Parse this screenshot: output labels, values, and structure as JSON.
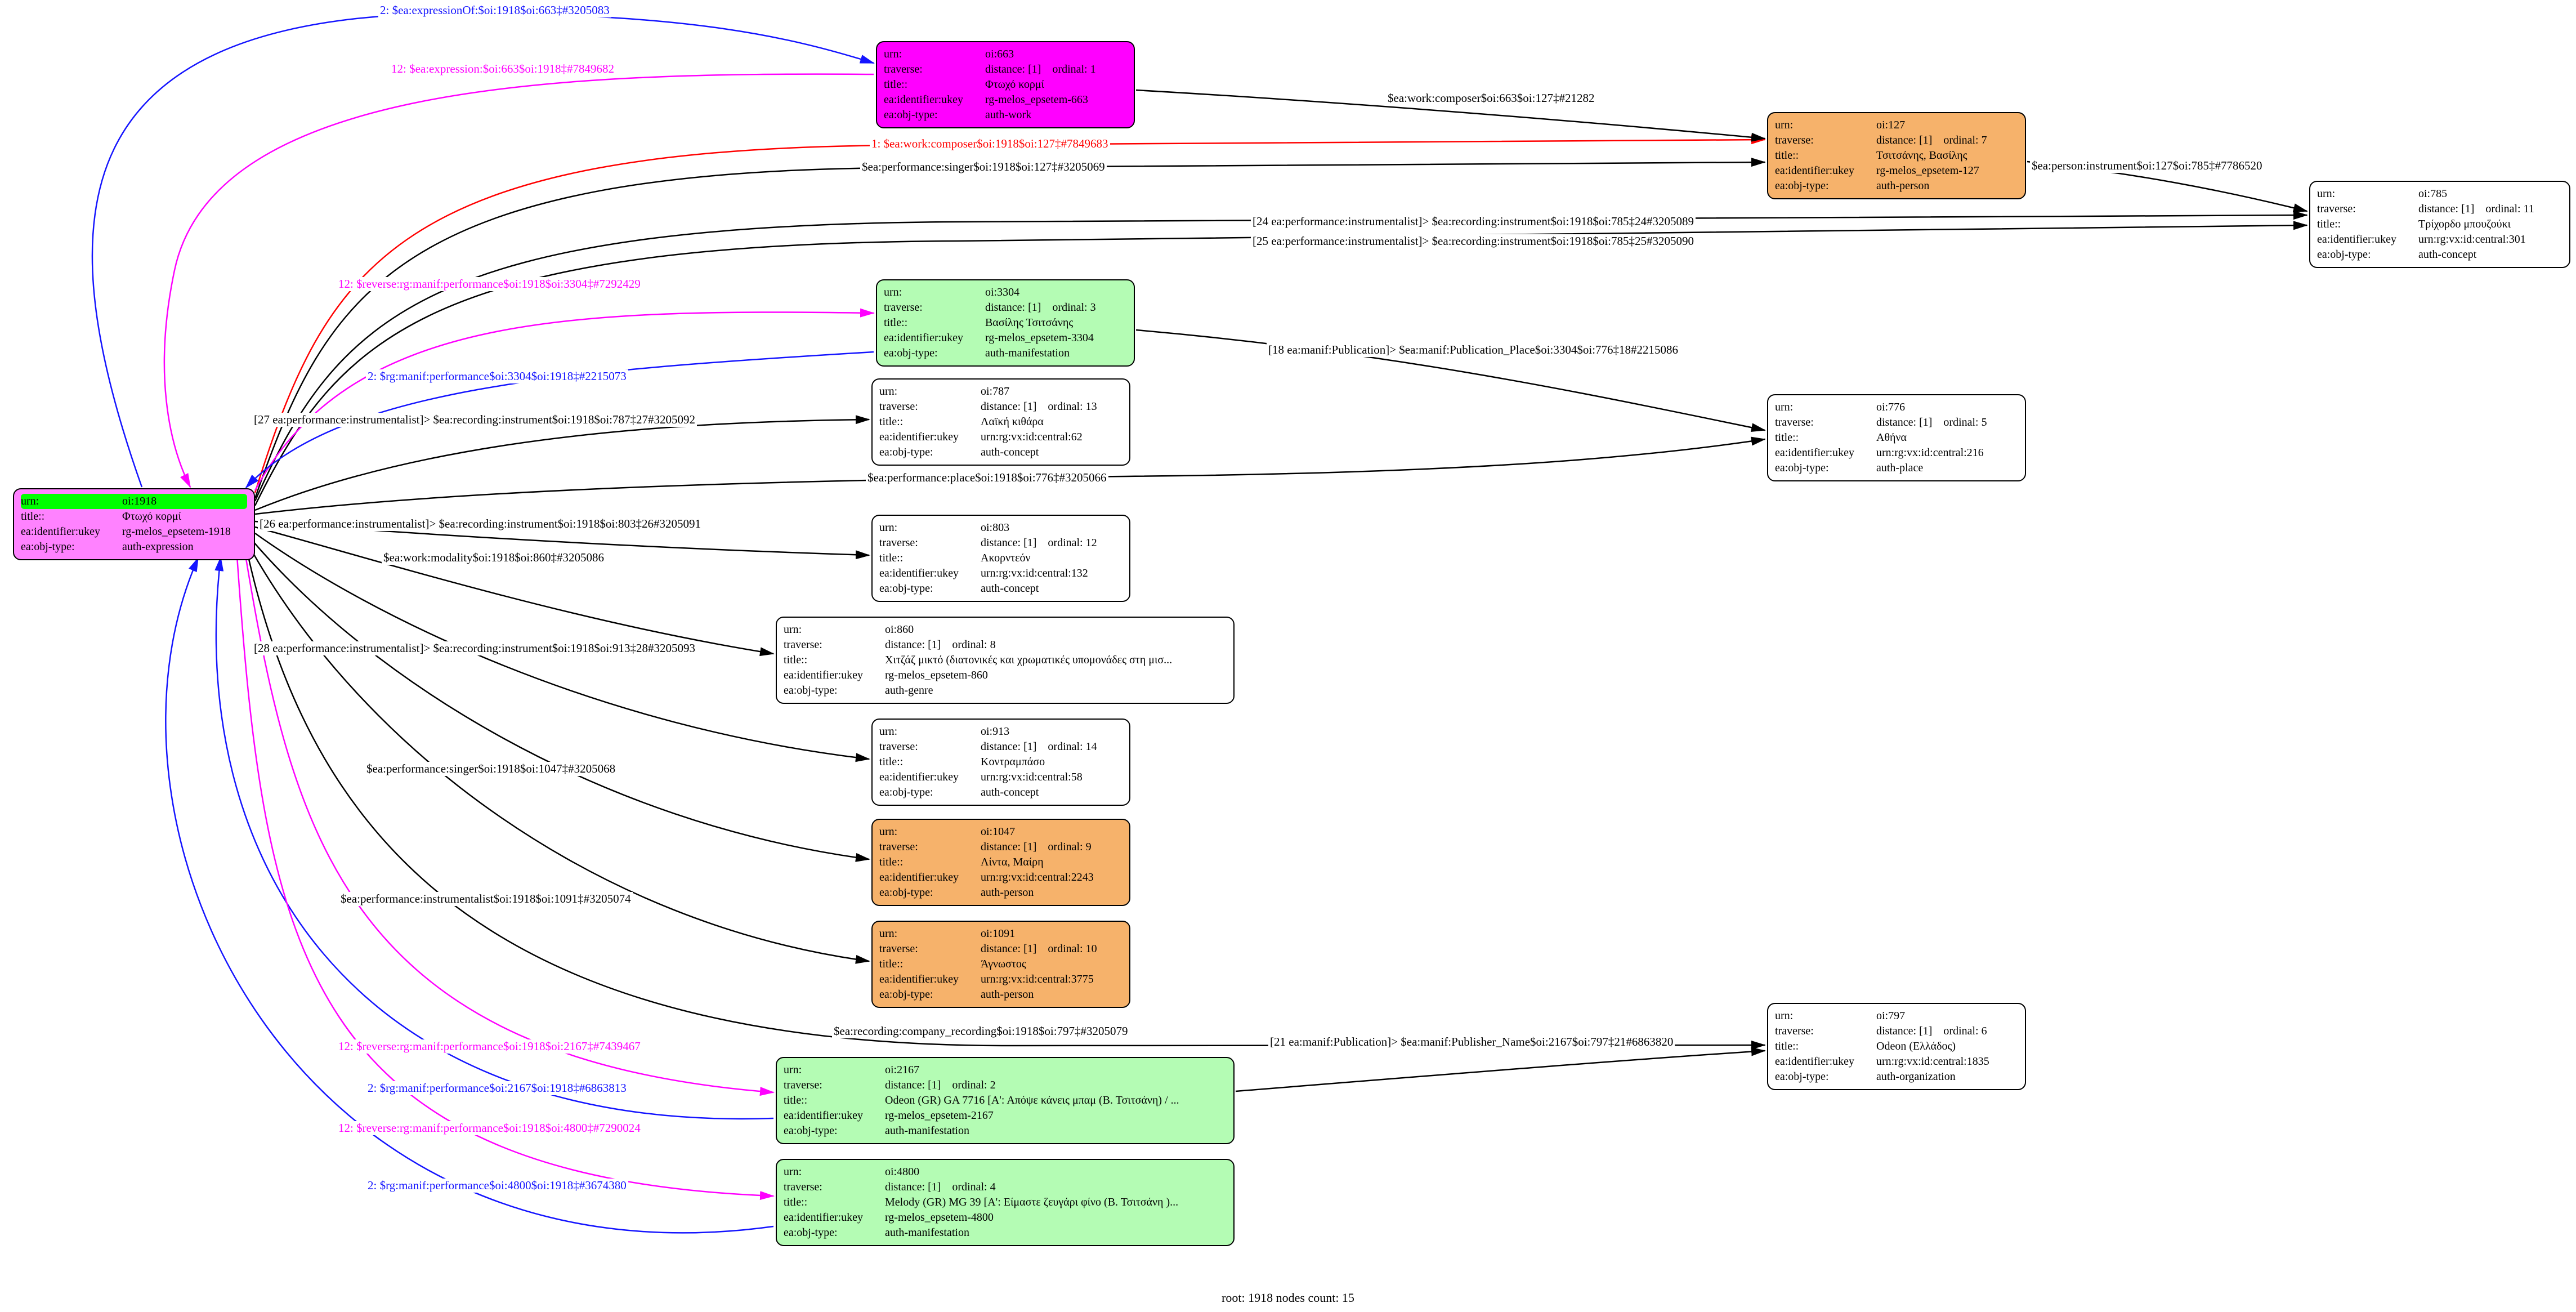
{
  "footer": {
    "text": "root: 1918 nodes count: 15"
  },
  "colors": {
    "edge_black": "#000000",
    "edge_blue": "#1414ff",
    "edge_magenta": "#ff00ff",
    "edge_red": "#ff0000",
    "node_magenta": "#ff00ff",
    "node_violet": "#ff82ff",
    "node_green_urn": "#00ff00",
    "node_orange": "#f6b26b",
    "node_lightgreen": "#b4fcb4",
    "node_white": "#ffffff"
  },
  "nodes": [
    {
      "id": "oi:1918",
      "rows": [
        {
          "k": "urn:",
          "v": "oi:1918"
        },
        {
          "k": "title::",
          "v": "Φτωχό κορμί"
        },
        {
          "k": "ea:identifier:ukey",
          "v": "rg-melos_epsetem-1918"
        },
        {
          "k": "ea:obj-type:",
          "v": "auth-expression"
        }
      ]
    },
    {
      "id": "oi:663",
      "rows": [
        {
          "k": "urn:",
          "v": "oi:663"
        },
        {
          "k": "traverse:",
          "v": "distance: [1]    ordinal: 1"
        },
        {
          "k": "title::",
          "v": "Φτωχό κορμί"
        },
        {
          "k": "ea:identifier:ukey",
          "v": "rg-melos_epsetem-663"
        },
        {
          "k": "ea:obj-type:",
          "v": "auth-work"
        }
      ]
    },
    {
      "id": "oi:127",
      "rows": [
        {
          "k": "urn:",
          "v": "oi:127"
        },
        {
          "k": "traverse:",
          "v": "distance: [1]    ordinal: 7"
        },
        {
          "k": "title::",
          "v": "Τσιτσάνης, Βασίλης"
        },
        {
          "k": "ea:identifier:ukey",
          "v": "rg-melos_epsetem-127"
        },
        {
          "k": "ea:obj-type:",
          "v": "auth-person"
        }
      ]
    },
    {
      "id": "oi:785",
      "rows": [
        {
          "k": "urn:",
          "v": "oi:785"
        },
        {
          "k": "traverse:",
          "v": "distance: [1]    ordinal: 11"
        },
        {
          "k": "title::",
          "v": "Τρίχορδο μπουζούκι"
        },
        {
          "k": "ea:identifier:ukey",
          "v": "urn:rg:vx:id:central:301"
        },
        {
          "k": "ea:obj-type:",
          "v": "auth-concept"
        }
      ]
    },
    {
      "id": "oi:3304",
      "rows": [
        {
          "k": "urn:",
          "v": "oi:3304"
        },
        {
          "k": "traverse:",
          "v": "distance: [1]    ordinal: 3"
        },
        {
          "k": "title::",
          "v": "Βασίλης Τσιτσάνης"
        },
        {
          "k": "ea:identifier:ukey",
          "v": "rg-melos_epsetem-3304"
        },
        {
          "k": "ea:obj-type:",
          "v": "auth-manifestation"
        }
      ]
    },
    {
      "id": "oi:787",
      "rows": [
        {
          "k": "urn:",
          "v": "oi:787"
        },
        {
          "k": "traverse:",
          "v": "distance: [1]    ordinal: 13"
        },
        {
          "k": "title::",
          "v": "Λαϊκή κιθάρα"
        },
        {
          "k": "ea:identifier:ukey",
          "v": "urn:rg:vx:id:central:62"
        },
        {
          "k": "ea:obj-type:",
          "v": "auth-concept"
        }
      ]
    },
    {
      "id": "oi:776",
      "rows": [
        {
          "k": "urn:",
          "v": "oi:776"
        },
        {
          "k": "traverse:",
          "v": "distance: [1]    ordinal: 5"
        },
        {
          "k": "title::",
          "v": "Αθήνα"
        },
        {
          "k": "ea:identifier:ukey",
          "v": "urn:rg:vx:id:central:216"
        },
        {
          "k": "ea:obj-type:",
          "v": "auth-place"
        }
      ]
    },
    {
      "id": "oi:803",
      "rows": [
        {
          "k": "urn:",
          "v": "oi:803"
        },
        {
          "k": "traverse:",
          "v": "distance: [1]    ordinal: 12"
        },
        {
          "k": "title::",
          "v": "Ακορντεόν"
        },
        {
          "k": "ea:identifier:ukey",
          "v": "urn:rg:vx:id:central:132"
        },
        {
          "k": "ea:obj-type:",
          "v": "auth-concept"
        }
      ]
    },
    {
      "id": "oi:860",
      "rows": [
        {
          "k": "urn:",
          "v": "oi:860"
        },
        {
          "k": "traverse:",
          "v": "distance: [1]    ordinal: 8"
        },
        {
          "k": "title::",
          "v": "Χιτζάζ μικτό (διατονικές και χρωματικές υπομονάδες στη μισ..."
        },
        {
          "k": "ea:identifier:ukey",
          "v": "rg-melos_epsetem-860"
        },
        {
          "k": "ea:obj-type:",
          "v": "auth-genre"
        }
      ]
    },
    {
      "id": "oi:913",
      "rows": [
        {
          "k": "urn:",
          "v": "oi:913"
        },
        {
          "k": "traverse:",
          "v": "distance: [1]    ordinal: 14"
        },
        {
          "k": "title::",
          "v": "Κοντραμπάσο"
        },
        {
          "k": "ea:identifier:ukey",
          "v": "urn:rg:vx:id:central:58"
        },
        {
          "k": "ea:obj-type:",
          "v": "auth-concept"
        }
      ]
    },
    {
      "id": "oi:1047",
      "rows": [
        {
          "k": "urn:",
          "v": "oi:1047"
        },
        {
          "k": "traverse:",
          "v": "distance: [1]    ordinal: 9"
        },
        {
          "k": "title::",
          "v": "Λίντα, Μαίρη"
        },
        {
          "k": "ea:identifier:ukey",
          "v": "urn:rg:vx:id:central:2243"
        },
        {
          "k": "ea:obj-type:",
          "v": "auth-person"
        }
      ]
    },
    {
      "id": "oi:1091",
      "rows": [
        {
          "k": "urn:",
          "v": "oi:1091"
        },
        {
          "k": "traverse:",
          "v": "distance: [1]    ordinal: 10"
        },
        {
          "k": "title::",
          "v": "Άγνωστος"
        },
        {
          "k": "ea:identifier:ukey",
          "v": "urn:rg:vx:id:central:3775"
        },
        {
          "k": "ea:obj-type:",
          "v": "auth-person"
        }
      ]
    },
    {
      "id": "oi:797",
      "rows": [
        {
          "k": "urn:",
          "v": "oi:797"
        },
        {
          "k": "traverse:",
          "v": "distance: [1]    ordinal: 6"
        },
        {
          "k": "title::",
          "v": "Odeon (Ελλάδος)"
        },
        {
          "k": "ea:identifier:ukey",
          "v": "urn:rg:vx:id:central:1835"
        },
        {
          "k": "ea:obj-type:",
          "v": "auth-organization"
        }
      ]
    },
    {
      "id": "oi:2167",
      "rows": [
        {
          "k": "urn:",
          "v": "oi:2167"
        },
        {
          "k": "traverse:",
          "v": "distance: [1]    ordinal: 2"
        },
        {
          "k": "title::",
          "v": "Odeon (GR) GA 7716 [Α': Απόψε κάνεις μπαμ (Β. Τσιτσάνη) / ..."
        },
        {
          "k": "ea:identifier:ukey",
          "v": "rg-melos_epsetem-2167"
        },
        {
          "k": "ea:obj-type:",
          "v": "auth-manifestation"
        }
      ]
    },
    {
      "id": "oi:4800",
      "rows": [
        {
          "k": "urn:",
          "v": "oi:4800"
        },
        {
          "k": "traverse:",
          "v": "distance: [1]    ordinal: 4"
        },
        {
          "k": "title::",
          "v": "Melody (GR) MG 39 [Α': Είμαστε ζευγάρι φίνο (Β. Τσιτσάνη )..."
        },
        {
          "k": "ea:identifier:ukey",
          "v": "rg-melos_epsetem-4800"
        },
        {
          "k": "ea:obj-type:",
          "v": "auth-manifestation"
        }
      ]
    }
  ],
  "edges": [
    {
      "label": "2: $ea:expressionOf:$oi:1918$oi:663‡#3205083",
      "color": "blue"
    },
    {
      "label": "12: $ea:expression:$oi:663$oi:1918‡#7849682",
      "color": "magenta"
    },
    {
      "label": "1: $ea:work:composer$oi:1918$oi:127‡#7849683",
      "color": "red"
    },
    {
      "label": "$ea:performance:singer$oi:1918$oi:127‡#3205069",
      "color": "black"
    },
    {
      "label": "$ea:work:composer$oi:663$oi:127‡#21282",
      "color": "black"
    },
    {
      "label": "$ea:person:instrument$oi:127$oi:785‡#7786520",
      "color": "black"
    },
    {
      "label": "[24 ea:performance:instrumentalist]> $ea:recording:instrument$oi:1918$oi:785‡24#3205089",
      "color": "black"
    },
    {
      "label": "[25 ea:performance:instrumentalist]> $ea:recording:instrument$oi:1918$oi:785‡25#3205090",
      "color": "black"
    },
    {
      "label": "12: $reverse:rg:manif:performance$oi:1918$oi:3304‡#7292429",
      "color": "magenta"
    },
    {
      "label": "2: $rg:manif:performance$oi:3304$oi:1918‡#2215073",
      "color": "blue"
    },
    {
      "label": "[27 ea:performance:instrumentalist]> $ea:recording:instrument$oi:1918$oi:787‡27#3205092",
      "color": "black"
    },
    {
      "label": "[18 ea:manif:Publication]> $ea:manif:Publication_Place$oi:3304$oi:776‡18#2215086",
      "color": "black"
    },
    {
      "label": "$ea:performance:place$oi:1918$oi:776‡#3205066",
      "color": "black"
    },
    {
      "label": "[26 ea:performance:instrumentalist]> $ea:recording:instrument$oi:1918$oi:803‡26#3205091",
      "color": "black"
    },
    {
      "label": "$ea:work:modality$oi:1918$oi:860‡#3205086",
      "color": "black"
    },
    {
      "label": "[28 ea:performance:instrumentalist]> $ea:recording:instrument$oi:1918$oi:913‡28#3205093",
      "color": "black"
    },
    {
      "label": "$ea:performance:singer$oi:1918$oi:1047‡#3205068",
      "color": "black"
    },
    {
      "label": "$ea:performance:instrumentalist$oi:1918$oi:1091‡#3205074",
      "color": "black"
    },
    {
      "label": "$ea:recording:company_recording$oi:1918$oi:797‡#3205079",
      "color": "black"
    },
    {
      "label": "[21 ea:manif:Publication]> $ea:manif:Publisher_Name$oi:2167$oi:797‡21#6863820",
      "color": "black"
    },
    {
      "label": "12: $reverse:rg:manif:performance$oi:1918$oi:2167‡#7439467",
      "color": "magenta"
    },
    {
      "label": "2: $rg:manif:performance$oi:2167$oi:1918‡#6863813",
      "color": "blue"
    },
    {
      "label": "12: $reverse:rg:manif:performance$oi:1918$oi:4800‡#7290024",
      "color": "magenta"
    },
    {
      "label": "2: $rg:manif:performance$oi:4800$oi:1918‡#3674380",
      "color": "blue"
    }
  ]
}
